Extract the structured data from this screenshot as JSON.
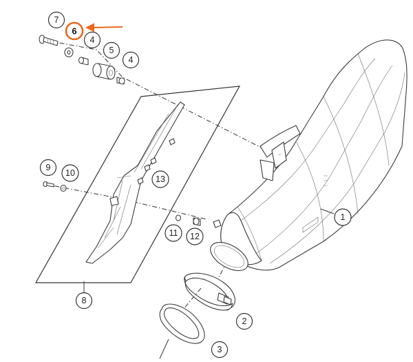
{
  "callouts": [
    {
      "id": "c7",
      "label": "7"
    },
    {
      "id": "c6",
      "label": "6",
      "highlight": true
    },
    {
      "id": "c4a",
      "label": "4"
    },
    {
      "id": "c5",
      "label": "5"
    },
    {
      "id": "c4b",
      "label": "4"
    },
    {
      "id": "c9",
      "label": "9"
    },
    {
      "id": "c10",
      "label": "10"
    },
    {
      "id": "c13",
      "label": "13"
    },
    {
      "id": "c11",
      "label": "11"
    },
    {
      "id": "c12",
      "label": "12"
    },
    {
      "id": "c1",
      "label": "1"
    },
    {
      "id": "c8",
      "label": "8"
    },
    {
      "id": "c2",
      "label": "2"
    },
    {
      "id": "c3",
      "label": "3"
    }
  ],
  "colors": {
    "highlight": "#e8691c",
    "line": "#333333",
    "background": "#ffffff"
  },
  "icons": {
    "pointer": "arrow-left-icon"
  }
}
